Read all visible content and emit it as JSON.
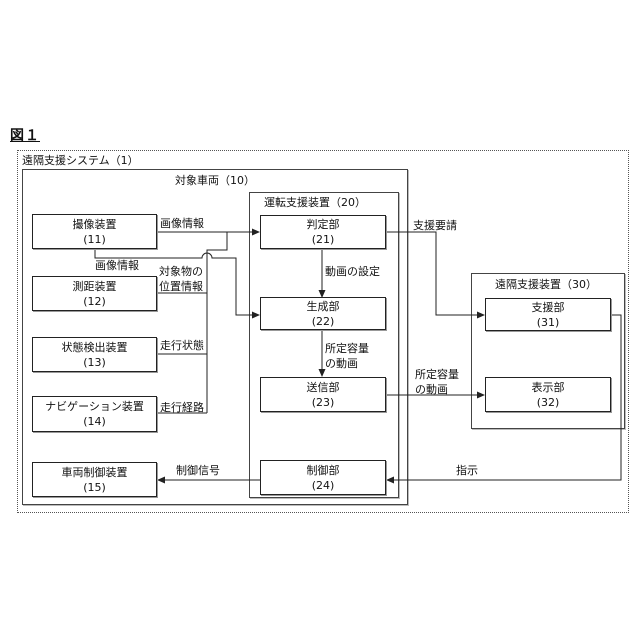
{
  "figure_title": "図１",
  "system": {
    "label": "遠隔支援システム（1）"
  },
  "vehicle": {
    "label": "対象車両（10）"
  },
  "driving_support": {
    "label": "運転支援装置（20）"
  },
  "remote_support": {
    "label": "遠隔支援装置（30）"
  },
  "boxes": {
    "imaging": {
      "name": "撮像装置",
      "num": "(11)"
    },
    "ranging": {
      "name": "測距装置",
      "num": "(12)"
    },
    "state": {
      "name": "状態検出装置",
      "num": "(13)"
    },
    "navigation": {
      "name": "ナビゲーション装置",
      "num": "(14)"
    },
    "vehicle_control": {
      "name": "車両制御装置",
      "num": "(15)"
    },
    "judge": {
      "name": "判定部",
      "num": "(21)"
    },
    "generate": {
      "name": "生成部",
      "num": "(22)"
    },
    "transmit": {
      "name": "送信部",
      "num": "(23)"
    },
    "control": {
      "name": "制御部",
      "num": "(24)"
    },
    "support": {
      "name": "支援部",
      "num": "(31)"
    },
    "display": {
      "name": "表示部",
      "num": "(32)"
    }
  },
  "labels": {
    "image_info_1": "画像情報",
    "image_info_2": "画像情報",
    "object_pos_1": "対象物の",
    "object_pos_2": "位置情報",
    "run_state": "走行状態",
    "run_route": "走行経路",
    "control_signal": "制御信号",
    "video_setting": "動画の設定",
    "video_pred_1": "所定容量",
    "video_pred_2": "の動画",
    "support_request": "支援要請",
    "video_out_1": "所定容量",
    "video_out_2": "の動画",
    "instruction": "指示"
  }
}
